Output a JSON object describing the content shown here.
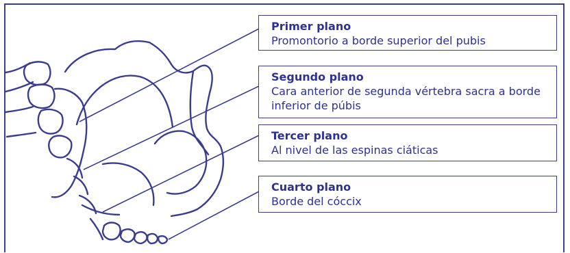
{
  "colors": {
    "line": "#3a3d8f",
    "text": "#2d3192",
    "background": "#ffffff"
  },
  "planes": [
    {
      "title": "Primer plano",
      "description": "Promontorio a borde superior del pubis"
    },
    {
      "title": "Segundo plano",
      "description": "Cara anterior de segunda vértebra sacra a borde inferior de púbis"
    },
    {
      "title": "Tercer plano",
      "description": "Al nivel de las espinas ciáticas"
    },
    {
      "title": "Cuarto plano",
      "description": "Borde del cóccix"
    }
  ]
}
